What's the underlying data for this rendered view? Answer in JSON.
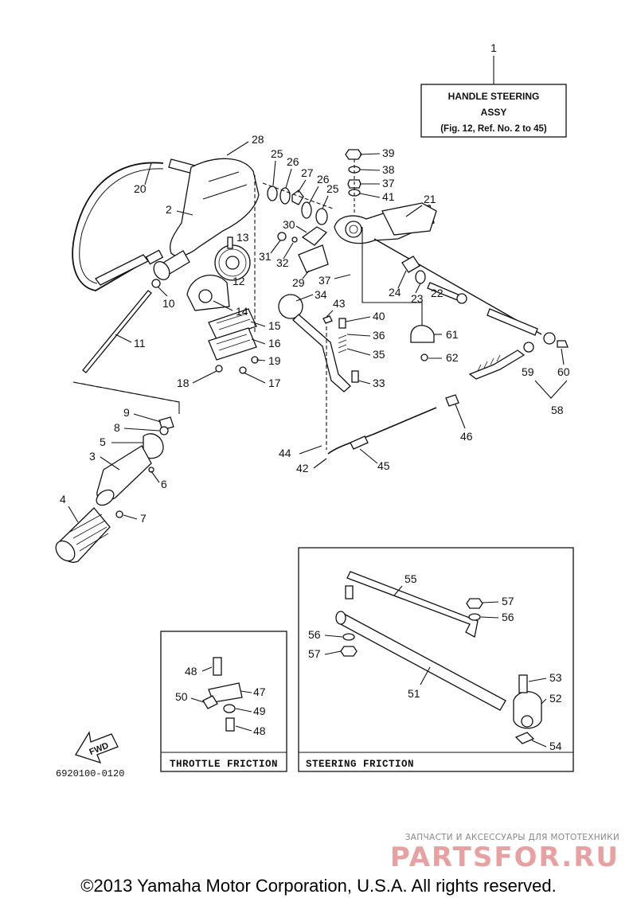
{
  "header_box": {
    "ref": "1",
    "line1": "HANDLE STEERING",
    "line2": "ASSY",
    "line3": "(Fig. 12, Ref. No. 2 to 45)"
  },
  "callouts": {
    "n2": "2",
    "n3": "3",
    "n4": "4",
    "n5": "5",
    "n6": "6",
    "n7": "7",
    "n8": "8",
    "n9": "9",
    "n10": "10",
    "n11": "11",
    "n12": "12",
    "n13": "13",
    "n14": "14",
    "n15": "15",
    "n16": "16",
    "n17": "17",
    "n18": "18",
    "n19": "19",
    "n20": "20",
    "n21": "21",
    "n22": "22",
    "n23": "23",
    "n24": "24",
    "n25a": "25",
    "n25b": "25",
    "n26a": "26",
    "n26b": "26",
    "n27": "27",
    "n28": "28",
    "n29": "29",
    "n30": "30",
    "n31": "31",
    "n32": "32",
    "n33": "33",
    "n34": "34",
    "n35": "35",
    "n36": "36",
    "n37a": "37",
    "n37b": "37",
    "n38": "38",
    "n39": "39",
    "n40": "40",
    "n41": "41",
    "n42": "42",
    "n43": "43",
    "n44": "44",
    "n45": "45",
    "n46": "46",
    "n58": "58",
    "n59": "59",
    "n60": "60",
    "n61": "61",
    "n62": "62",
    "n47": "47",
    "n48a": "48",
    "n48b": "48",
    "n49": "49",
    "n50": "50",
    "n51": "51",
    "n52": "52",
    "n53": "53",
    "n54": "54",
    "n55": "55",
    "n56a": "56",
    "n56b": "56",
    "n57a": "57",
    "n57b": "57"
  },
  "panels": {
    "throttle_title": "THROTTLE FRICTION",
    "steering_title": "STEERING FRICTION"
  },
  "fwd_label": "FWD",
  "drawing_code": "6920100-0120",
  "watermark": {
    "tagline": "ЗАПЧАСТИ И АКСЕССУАРЫ ДЛЯ МОТОТЕХНИКИ",
    "brand": "PARTSFOR.RU"
  },
  "copyright": "©2013 Yamaha Motor Corporation, U.S.A. All rights reserved."
}
